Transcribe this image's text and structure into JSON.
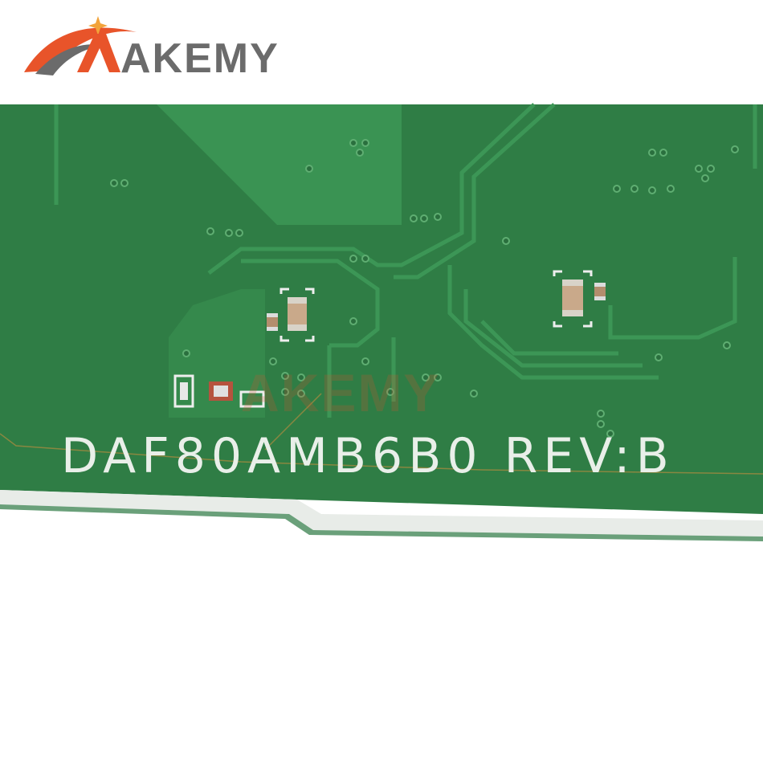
{
  "brand": {
    "name": "AKEMY",
    "watermark": "AKEMY",
    "colors": {
      "orange": "#e8542a",
      "gray": "#6b6b6b"
    }
  },
  "board": {
    "silkscreen": "DAF80AMB6B0 REV:B",
    "pcb_color": "#2f7d45",
    "trace_color": "#3a8f52"
  }
}
